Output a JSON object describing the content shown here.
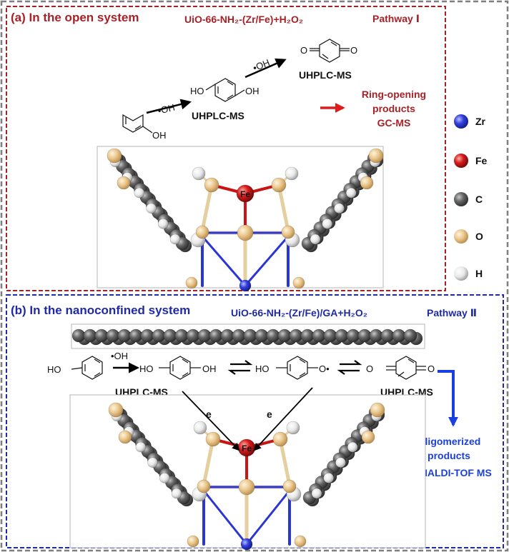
{
  "colors": {
    "outer_frame": "#7f7f7f",
    "panel_a": "#a82127",
    "panel_b": "#1f2aa8",
    "arrow_red": "#e01b1b",
    "arrow_blue": "#1a3fe0",
    "zr": "#2a35d6",
    "fe": "#c81414",
    "c": "#5d5d5d",
    "o": "#e8c48a",
    "h": "#f2f2f2",
    "bond_o": "#e6cf9e"
  },
  "panel_a": {
    "title": "(a)  In the open system",
    "reaction": "UiO-66-NH₂-(Zr/Fe)+H₂O₂",
    "pathway": "Pathway  Ⅰ",
    "oh_radical_1": "•OH",
    "oh_radical_2": "•OH",
    "label_hydroquinone": "UHPLC-MS",
    "label_benzoquinone": "UHPLC-MS",
    "ring_opening": [
      "Ring-opening",
      "products",
      "GC-MS"
    ],
    "fe_label": "Fe",
    "phenol_oh": "OH",
    "hq_ho": "HO",
    "hq_oh": "OH",
    "bq_o_left": "O",
    "bq_o_right": "O"
  },
  "panel_b": {
    "title": "(b)  In the nanoconfined system",
    "reaction": "UiO-66-NH₂-(Zr/Fe)/GA+H₂O₂",
    "pathway": "Pathway  Ⅱ",
    "oh_radical": "•OH",
    "label_hydroquinone": "UHPLC-MS",
    "label_benzoquinone": "UHPLC-MS",
    "electron_1": "e",
    "electron_2": "e",
    "oligomerized": [
      "Oligomerized",
      "products",
      "MALDI-TOF MS"
    ],
    "fe_label": "Fe",
    "phenol_ho": "HO",
    "hq_ho": "HO",
    "hq_oh": "OH",
    "radical_ho": "HO",
    "radical_o": "O•",
    "bq_o_left": "O",
    "bq_o_right": "O"
  },
  "legend": [
    {
      "symbol": "Zr",
      "atom": "zr"
    },
    {
      "symbol": "Fe",
      "atom": "fe"
    },
    {
      "symbol": "C",
      "atom": "c"
    },
    {
      "symbol": "O",
      "atom": "o"
    },
    {
      "symbol": "H",
      "atom": "h"
    }
  ]
}
